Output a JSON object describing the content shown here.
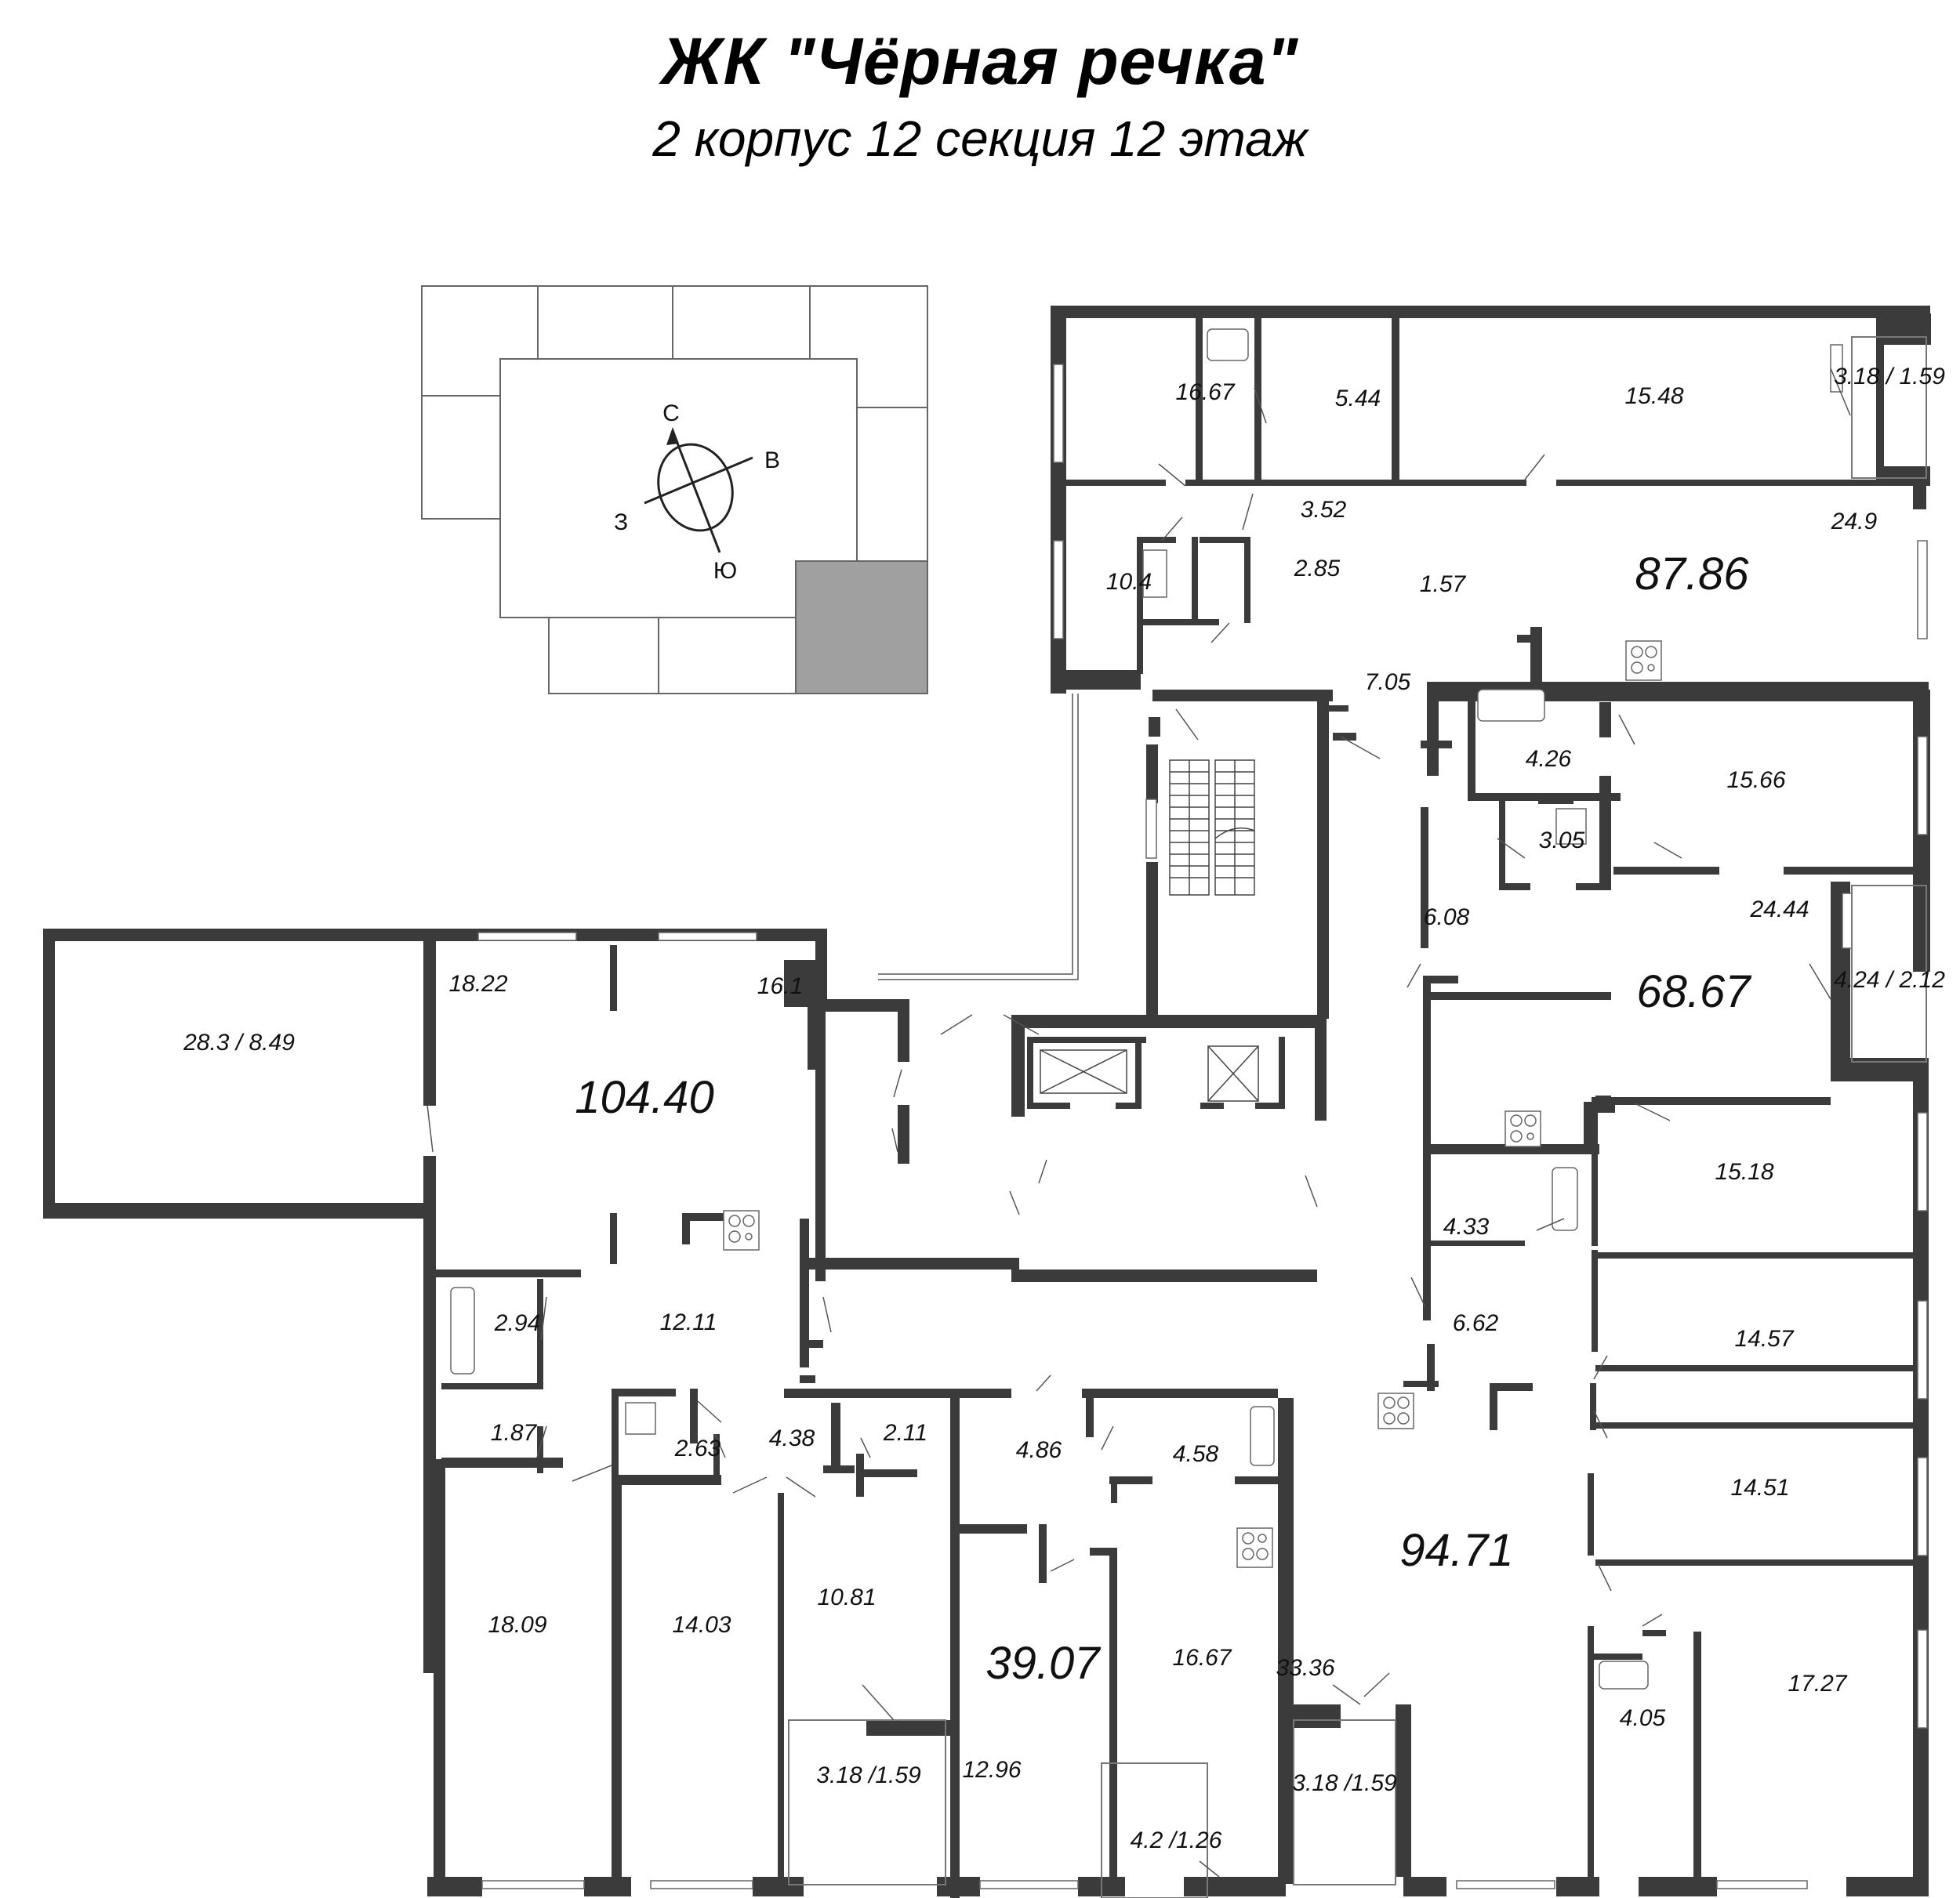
{
  "header": {
    "title": "ЖК \"Чёрная речка\"",
    "subtitle": "2 корпус 12 секция 12 этаж"
  },
  "key_plan": {
    "compass": {
      "north": "С",
      "east": "В",
      "south": "Ю",
      "west": "З"
    },
    "highlighted_section_color": "#a0a0a0"
  },
  "apartments": [
    {
      "id": "apt-top",
      "total_area": "87.86",
      "rooms": [
        {
          "name": "bedroom-1",
          "area": "16.67"
        },
        {
          "name": "bathroom-1",
          "area": "5.44"
        },
        {
          "name": "bedroom-2",
          "area": "15.48"
        },
        {
          "name": "balcony",
          "area": "3.18 / 1.59"
        },
        {
          "name": "hall",
          "area": "3.52"
        },
        {
          "name": "bedroom-3",
          "area": "10.4"
        },
        {
          "name": "shower-room",
          "area": "2.85"
        },
        {
          "name": "wc",
          "area": "1.57"
        },
        {
          "name": "kitchen-living",
          "area": "24.9"
        },
        {
          "name": "entrance-hall",
          "area": "7.05"
        }
      ]
    },
    {
      "id": "apt-right-middle",
      "total_area": "68.67",
      "rooms": [
        {
          "name": "bathroom",
          "area": "4.26"
        },
        {
          "name": "bedroom",
          "area": "15.66"
        },
        {
          "name": "shower-room",
          "area": "3.05"
        },
        {
          "name": "hall",
          "area": "6.08"
        },
        {
          "name": "kitchen-living",
          "area": "24.44"
        },
        {
          "name": "balcony",
          "area": "4.24 / 2.12"
        },
        {
          "name": "bedroom-2",
          "area": "15.18"
        }
      ]
    },
    {
      "id": "apt-bottom-right",
      "total_area": "94.71",
      "rooms": [
        {
          "name": "bathroom-1",
          "area": "4.33"
        },
        {
          "name": "hall",
          "area": "6.62"
        },
        {
          "name": "bedroom-1",
          "area": "14.57"
        },
        {
          "name": "bedroom-2",
          "area": "14.51"
        },
        {
          "name": "kitchen-living",
          "area": "33.36"
        },
        {
          "name": "bathroom-2",
          "area": "4.05"
        },
        {
          "name": "bedroom-3",
          "area": "17.27"
        },
        {
          "name": "balcony",
          "area": "3.18 /1.59"
        }
      ]
    },
    {
      "id": "apt-bottom-middle",
      "total_area": "39.07",
      "rooms": [
        {
          "name": "hall",
          "area": "4.86"
        },
        {
          "name": "bathroom",
          "area": "4.58"
        },
        {
          "name": "kitchen",
          "area": "12.96"
        },
        {
          "name": "living-room",
          "area": "16.67"
        },
        {
          "name": "balcony",
          "area": "4.2 /1.26"
        }
      ]
    },
    {
      "id": "apt-left",
      "total_area": "104.40",
      "rooms": [
        {
          "name": "terrace",
          "area": "28.3 / 8.49"
        },
        {
          "name": "living-room",
          "area": "18.22"
        },
        {
          "name": "kitchen",
          "area": "16.1"
        },
        {
          "name": "hall",
          "area": "12.11"
        },
        {
          "name": "bathroom",
          "area": "2.94"
        },
        {
          "name": "wc",
          "area": "1.87"
        },
        {
          "name": "shower-room",
          "area": "2.63"
        },
        {
          "name": "corridor",
          "area": "4.38"
        },
        {
          "name": "storage",
          "area": "2.11"
        },
        {
          "name": "bedroom-1",
          "area": "18.09"
        },
        {
          "name": "bedroom-2",
          "area": "14.03"
        },
        {
          "name": "bedroom-3",
          "area": "10.81"
        },
        {
          "name": "balcony",
          "area": "3.18 /1.59"
        }
      ]
    }
  ],
  "colors": {
    "wall": "#3b3b3b",
    "line": "#555555",
    "background": "#ffffff"
  }
}
